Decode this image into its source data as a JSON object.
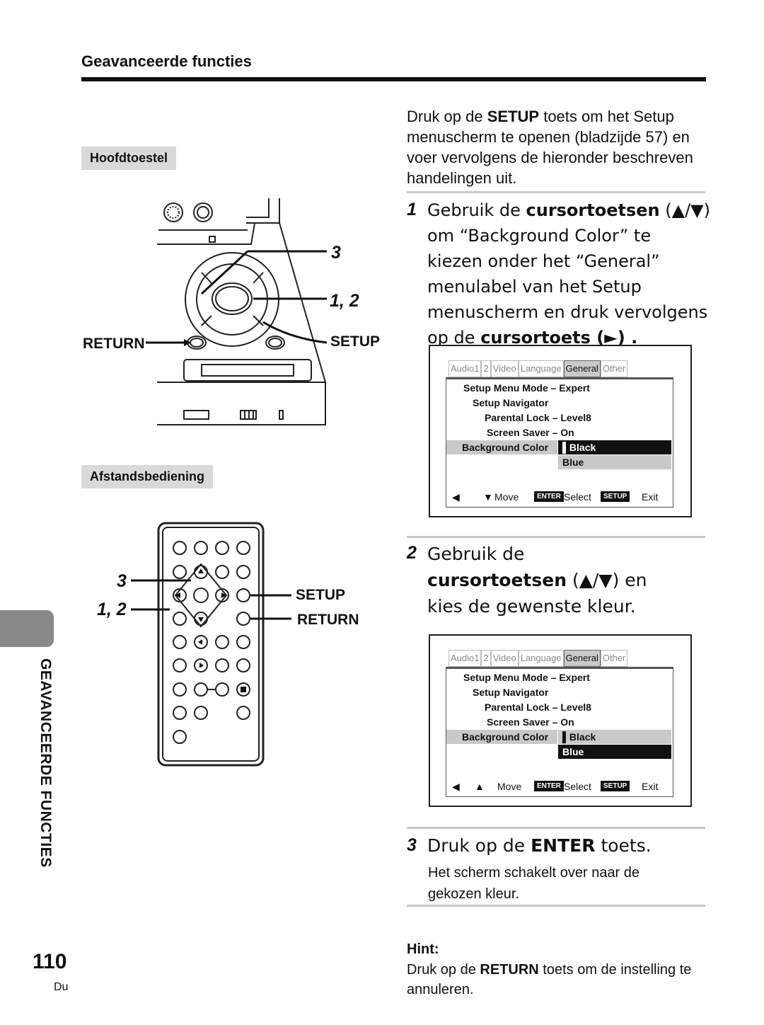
{
  "header": {
    "section_title": "Geavanceerde functies"
  },
  "labels": {
    "main_unit": "Hoofdtoestel",
    "remote": "Afstandsbediening"
  },
  "figure1": {
    "step_3": "3",
    "step_12": "1, 2",
    "return_label": "RETURN",
    "setup_label": "SETUP"
  },
  "figure2": {
    "step_3": "3",
    "step_12": "1, 2",
    "setup_label": "SETUP",
    "return_label": "RETURN"
  },
  "intro": {
    "pre": "Druk op de ",
    "key": "SETUP",
    "post": " toets om het Setup menuscherm te openen (bladzijde 57) en voer vervolgens de hieronder beschreven handelingen uit."
  },
  "step1": {
    "num": "1",
    "t1": "Gebruik de ",
    "b1": "cursortoetsen",
    "t2": " (▲/▼) om “Background Color” te kiezen onder het “General” menulabel van het Setup menuscherm en druk vervolgens op de ",
    "b2": "cursortoets",
    "t3": " (",
    "arrow": "►",
    "t4": ") ."
  },
  "step2": {
    "num": "2",
    "t1": "Gebruik de ",
    "b1": "cursortoetsen",
    "t2": " (▲/▼) en kies de gewenste kleur."
  },
  "step3": {
    "num": "3",
    "t1": "Druk op de ",
    "b1": "ENTER",
    "t2": " toets.",
    "sub": "Het scherm schakelt over naar de gekozen kleur."
  },
  "menu": {
    "tabs": [
      "Audio1",
      "2",
      "Video",
      "Language",
      "General",
      "Other"
    ],
    "lines": [
      "Setup Menu Mode – Expert",
      "Setup Navigator",
      "Parental Lock – Level8",
      "Screen Saver – On"
    ],
    "bg_label": "Background Color",
    "options": [
      "Black",
      "Blue"
    ],
    "move": "Move",
    "enter_key": "ENTER",
    "select": "Select",
    "setup_key": "SETUP",
    "exit": "Exit"
  },
  "hint": {
    "title": "Hint:",
    "pre": "Druk op de ",
    "key": "RETURN",
    "post": " toets om de instelling te annuleren."
  },
  "side_tab": "GEAVANCEERDE FUNCTIES",
  "footer": {
    "page_number": "110",
    "lang": "Du"
  },
  "colors": {
    "highlight": "#111111",
    "menu_gray": "#c9c9c9",
    "label_gray": "#d9d9d9",
    "tab_gray": "#888888"
  }
}
